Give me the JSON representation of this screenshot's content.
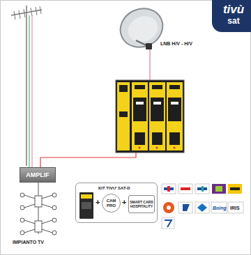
{
  "diagram": {
    "nodes": [
      {
        "text": [
          "tivù",
          "sat"
        ]
      },
      {
        "text": [
          "AMPLIF"
        ]
      },
      {
        "text": [
          "KIT TIVU' SAT-D"
        ]
      },
      {
        "text": [
          "CAM PRO"
        ],
        "in": 2
      },
      {
        "text": [
          "SMART CARD HOSPITALITY"
        ],
        "in": 2
      }
    ],
    "labels": [
      "LNB H/V - H/V",
      "IMPIANTO TV",
      "+",
      "+",
      "Boing",
      "IRIS"
    ]
  }
}
